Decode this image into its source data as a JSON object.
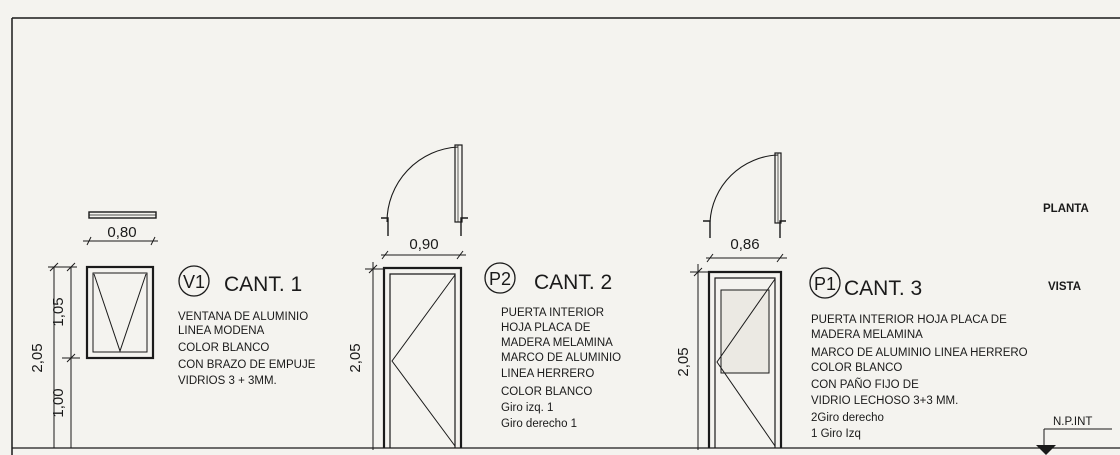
{
  "labels": {
    "planta": "PLANTA",
    "vista": "VISTA",
    "level": "N.P.INT"
  },
  "v1": {
    "tag": "V1",
    "cant": "CANT. 1",
    "width": "0,80",
    "height_total": "2,05",
    "height_upper": "1,05",
    "height_lower": "1,00",
    "notes": [
      "VENTANA DE ALUMINIO",
      "LINEA MODENA",
      "COLOR BLANCO",
      "CON BRAZO DE EMPUJE",
      "VIDRIOS 3 + 3MM."
    ]
  },
  "p2": {
    "tag": "P2",
    "cant": "CANT. 2",
    "width": "0,90",
    "height": "2,05",
    "notes": [
      "PUERTA INTERIOR",
      "HOJA PLACA DE",
      "MADERA MELAMINA",
      "MARCO DE ALUMINIO",
      "LINEA HERRERO",
      "COLOR BLANCO",
      "Giro izq. 1",
      "Giro derecho 1"
    ]
  },
  "p1": {
    "tag": "P1",
    "cant": "CANT. 3",
    "width": "0,86",
    "height": "2,05",
    "notes": [
      "PUERTA INTERIOR  HOJA PLACA DE",
      "MADERA MELAMINA",
      "MARCO DE ALUMINIO LINEA HERRERO",
      "COLOR BLANCO",
      "CON PAÑO FIJO DE",
      "VIDRIO LECHOSO 3+3 MM.",
      "2Giro derecho",
      "1 Giro Izq"
    ]
  }
}
